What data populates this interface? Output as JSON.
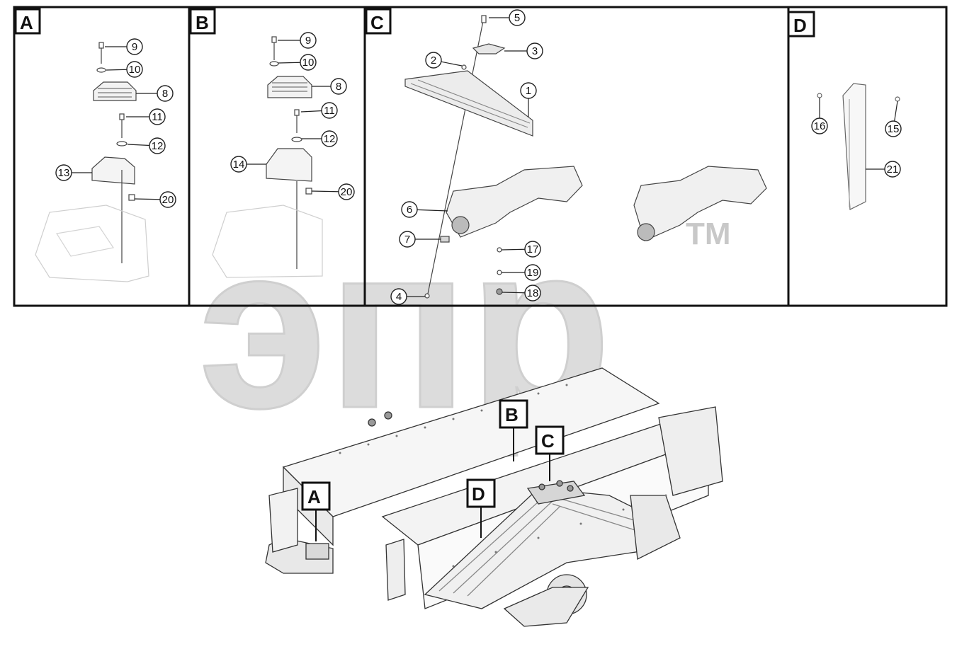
{
  "watermark": {
    "text": "эпр",
    "trademark": "TM"
  },
  "panels": [
    {
      "id": "A",
      "letter": "A"
    },
    {
      "id": "B",
      "letter": "B"
    },
    {
      "id": "C",
      "letter": "C"
    },
    {
      "id": "D",
      "letter": "D"
    }
  ],
  "callouts": {
    "A": [
      "9",
      "10",
      "8",
      "11",
      "12",
      "13",
      "20"
    ],
    "B": [
      "9",
      "10",
      "8",
      "11",
      "12",
      "14",
      "20"
    ],
    "C": [
      "5",
      "3",
      "2",
      "1",
      "6",
      "7",
      "17",
      "19",
      "18",
      "4"
    ],
    "D": [
      "16",
      "15",
      "21"
    ]
  },
  "overview": {
    "labels": [
      "B",
      "C",
      "A",
      "D"
    ]
  }
}
